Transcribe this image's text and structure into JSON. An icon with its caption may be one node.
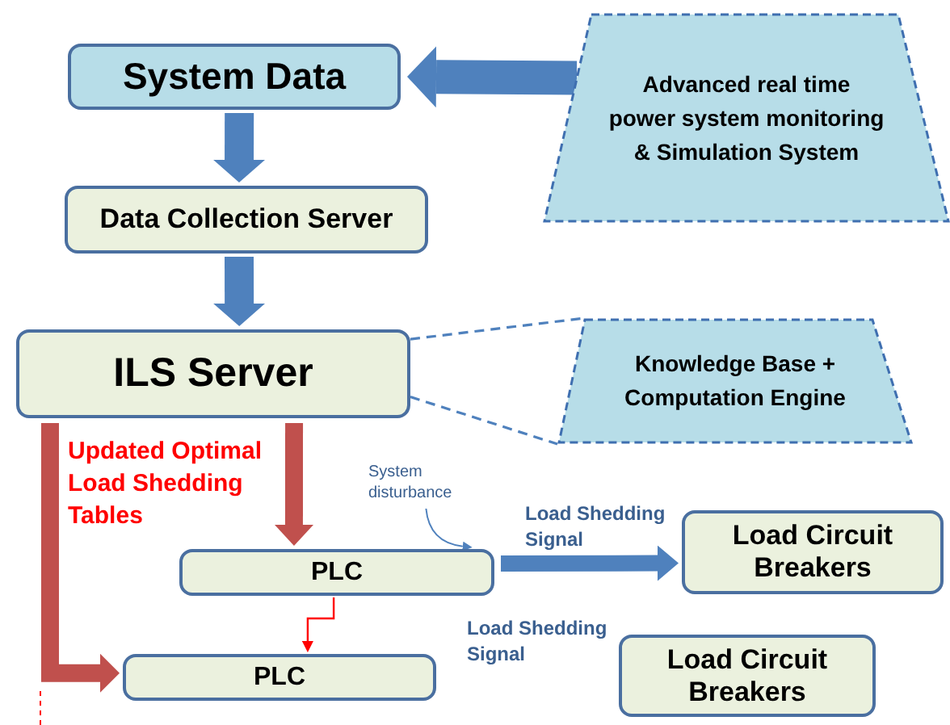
{
  "diagram": {
    "nodes": [
      {
        "text": [
          "System Data"
        ]
      },
      {
        "text": [
          "Advanced real time power system monitoring & Simulation System"
        ]
      },
      {
        "text": [
          "Data Collection Server"
        ]
      },
      {
        "text": [
          "ILS Server"
        ]
      },
      {
        "text": [
          "Knowledge Base + Computation Engine"
        ]
      },
      {
        "text": [
          "System disturbance"
        ]
      },
      {
        "text": [
          "PLC"
        ]
      },
      {
        "text": [
          "Load Circuit Breakers"
        ]
      },
      {
        "text": [
          "PLC"
        ]
      },
      {
        "text": [
          "Load Circuit Breakers"
        ]
      }
    ],
    "edges": [
      {
        "from": 1,
        "to": 0,
        "arrow": "to",
        "style": "thick"
      },
      {
        "from": 0,
        "to": 2,
        "arrow": "to"
      },
      {
        "from": 2,
        "to": 3,
        "arrow": "to"
      },
      {
        "from": 3,
        "to": 4,
        "arrow": "none",
        "style": "dashed"
      },
      {
        "from": 3,
        "to": 8,
        "arrow": "to",
        "color": "#c0504d",
        "label": "Updated Optimal Load Shedding Tables"
      },
      {
        "from": 3,
        "to": 6,
        "arrow": "to",
        "color": "#c0504d"
      },
      {
        "from": 5,
        "to": 6,
        "arrow": "to"
      },
      {
        "from": 6,
        "to": 7,
        "arrow": "to",
        "label": "Load Shedding Signal"
      },
      {
        "from": 6,
        "to": 8,
        "arrow": "to",
        "color": "#ff0000"
      }
    ],
    "labels": [
      "Load Shedding Signal"
    ]
  }
}
